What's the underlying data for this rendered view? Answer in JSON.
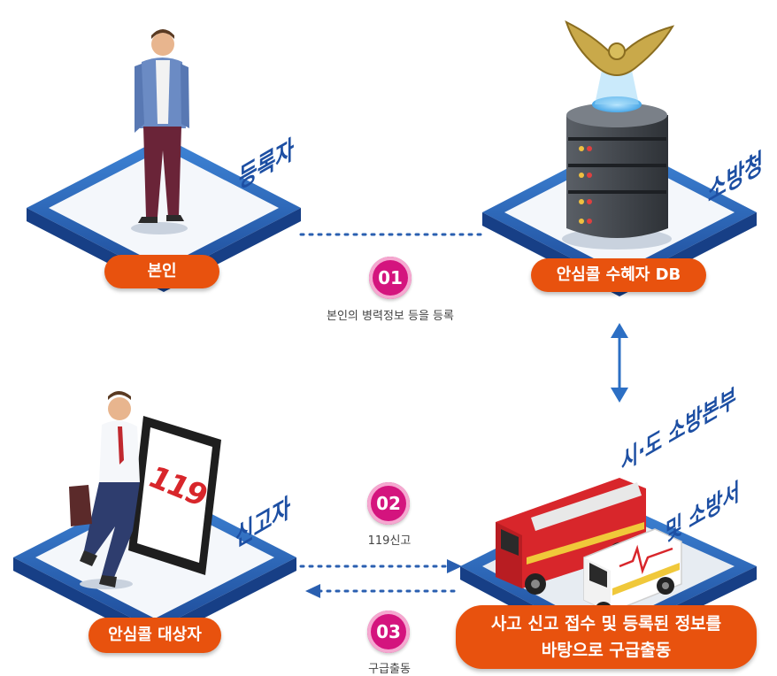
{
  "nodes": {
    "registrant": {
      "label": "등록자",
      "pill": "본인"
    },
    "fire_agency": {
      "label": "소방청",
      "pill": "안심콜 수혜자 DB"
    },
    "reporter": {
      "label": "신고자",
      "pill": "안심콜 대상자",
      "tablet_text": "119"
    },
    "fire_hq": {
      "label_line1": "시·도 소방본부",
      "label_line2": "및 소방서",
      "pill_line1": "사고 신고 접수 및 등록된 정보를",
      "pill_line2": "바탕으로 구급출동"
    }
  },
  "steps": [
    {
      "num": "01",
      "caption": "본인의 병력정보 등을 등록"
    },
    {
      "num": "02",
      "caption": "119신고"
    },
    {
      "num": "03",
      "caption": "구급출동"
    }
  ],
  "colors": {
    "platform_blue": "#2a63b8",
    "platform_top": "#ffffff",
    "label_blue": "#1d4fa3",
    "pill_orange": "#e8520e",
    "step_magenta": "#d4147e",
    "arrow_blue": "#2c6fc4",
    "dots_blue": "#2a5fb0"
  }
}
